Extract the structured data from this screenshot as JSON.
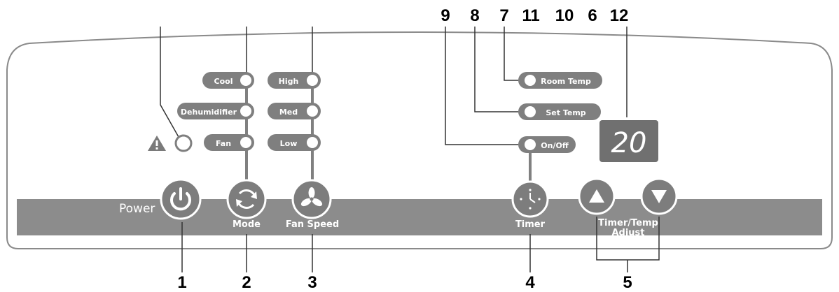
{
  "callouts_top": [
    "9",
    "8",
    "7",
    "11",
    "10",
    "6",
    "12"
  ],
  "callouts_bottom": [
    "1",
    "2",
    "3",
    "4",
    "5"
  ],
  "mode_indicators": [
    "Cool",
    "Dehumidifier",
    "Fan"
  ],
  "fan_indicators": [
    "High",
    "Med",
    "Low"
  ],
  "temp_indicators": [
    "Room Temp",
    "Set Temp"
  ],
  "timer_indicator": "On/Off",
  "display_value": "20",
  "buttons": {
    "power": "Power",
    "mode": "Mode",
    "fan_speed": "Fan Speed",
    "timer": "Timer",
    "adjust_line1": "Timer/Temp",
    "adjust_line2": "Adjust"
  },
  "icons": {
    "power": "power-icon",
    "mode": "cycle-arrows-icon",
    "fan_speed": "fan-icon",
    "timer": "timer-icon",
    "up": "triangle-up-icon",
    "down": "triangle-down-icon",
    "warning": "warning-icon"
  },
  "colors": {
    "panel_outline": "#8a8a8a",
    "strip": "#8c8c8c",
    "button": "#7d7d7d",
    "pill": "#7f7f7f",
    "display": "#707070"
  }
}
